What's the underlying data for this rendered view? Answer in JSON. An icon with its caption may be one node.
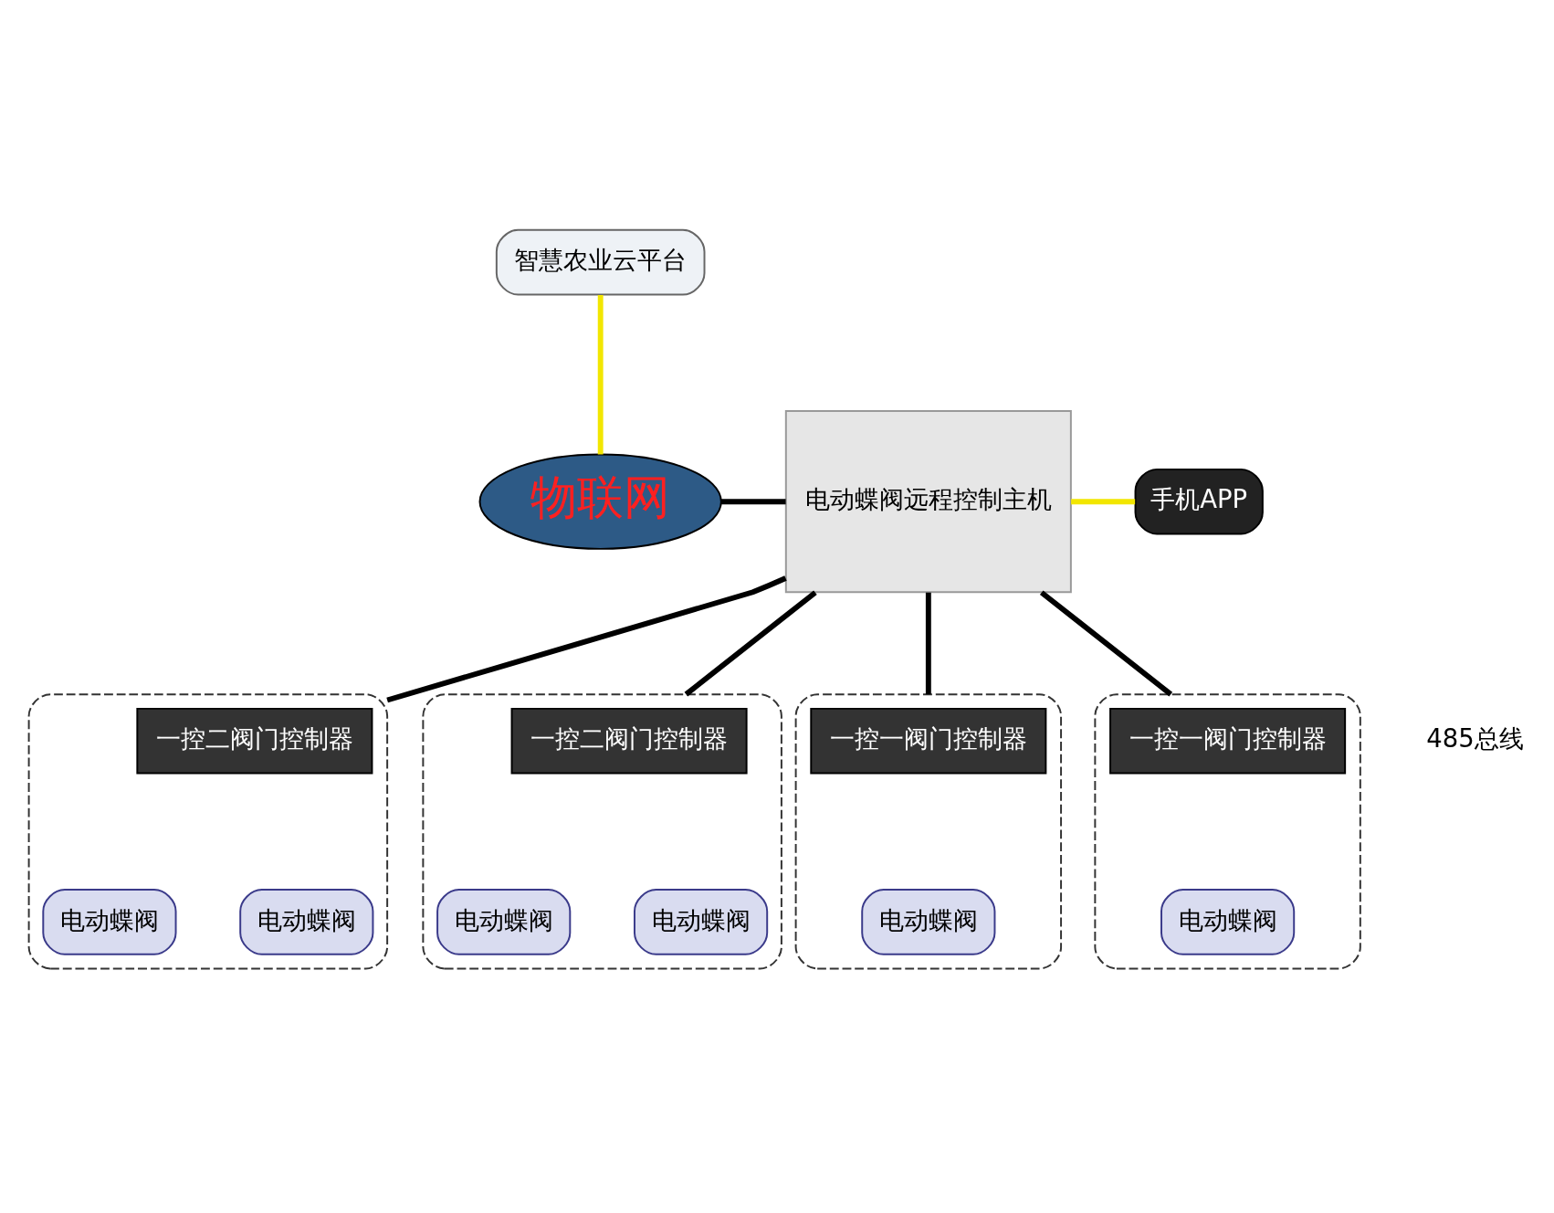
{
  "diagram": {
    "nodes": [
      {
        "text": [
          "智慧农业云平台"
        ]
      },
      {
        "text": [
          "物联网"
        ]
      },
      {
        "text": [
          "电动蝶阀远程控制主机"
        ]
      },
      {
        "text": [
          "手机APP"
        ]
      },
      {
        "text": [],
        "shape": "box"
      },
      {
        "text": [
          "一控二阀门控制器"
        ],
        "in": 4
      },
      {
        "text": [
          "电动蝶阀"
        ],
        "in": 4
      },
      {
        "text": [
          "电动蝶阀"
        ],
        "in": 4
      },
      {
        "text": [],
        "shape": "box"
      },
      {
        "text": [
          "一控二阀门控制器"
        ],
        "in": 8
      },
      {
        "text": [
          "电动蝶阀"
        ],
        "in": 8
      },
      {
        "text": [
          "电动蝶阀"
        ],
        "in": 8
      },
      {
        "text": [],
        "shape": "box"
      },
      {
        "text": [
          "一控一阀门控制器"
        ],
        "in": 12
      },
      {
        "text": [
          "电动蝶阀"
        ],
        "in": 12
      },
      {
        "text": [],
        "shape": "box"
      },
      {
        "text": [
          "一控一阀门控制器"
        ],
        "in": 15
      },
      {
        "text": [
          "电动蝶阀"
        ],
        "in": 15
      }
    ],
    "edges": [
      {
        "from": 1,
        "to": 0,
        "arrow": "none",
        "color": "#f2e600"
      },
      {
        "from": 1,
        "to": 2,
        "arrow": "none"
      },
      {
        "from": 2,
        "to": 3,
        "arrow": "none",
        "color": "#f2e600"
      },
      {
        "from": 2,
        "to": 4,
        "arrow": "none"
      },
      {
        "from": 2,
        "to": 8,
        "arrow": "none"
      },
      {
        "from": 2,
        "to": 12,
        "arrow": "none"
      },
      {
        "from": 2,
        "to": 15,
        "arrow": "none"
      }
    ],
    "labels": [
      "485总线"
    ]
  }
}
